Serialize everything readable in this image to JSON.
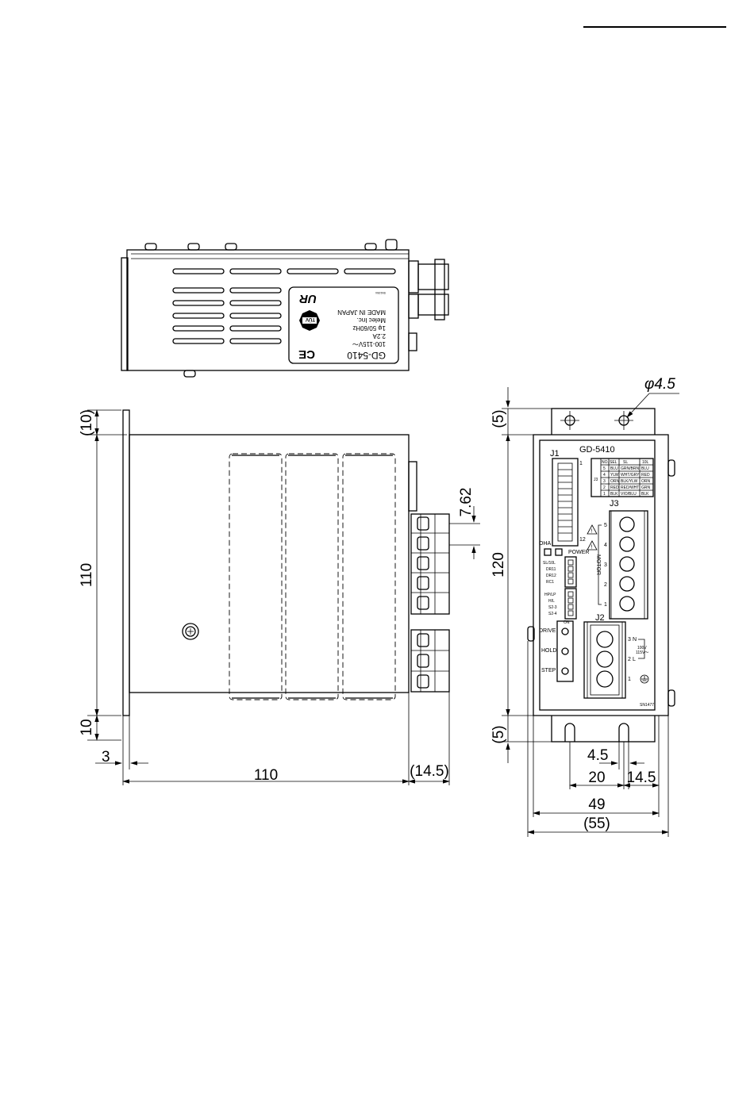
{
  "label": {
    "model": "GD-5410",
    "voltage": "100-115V～",
    "current": "2.2A",
    "phase": "1φ 50/60Hz",
    "maker": "Melec Inc.",
    "origin": "MADE IN JAPAN",
    "ce_mark": "CE",
    "serial_code": "SN1054"
  },
  "dimensions_side": {
    "flange_top": "(10)",
    "height": "110",
    "flange_bottom": "10",
    "plate": "3",
    "depth": "110",
    "connector": "(14.5)",
    "pitch": "7.62"
  },
  "dimensions_front": {
    "hole_diameter": "φ4.5",
    "top_offset": "(5)",
    "height": "120",
    "bottom_offset": "(5)",
    "slot_width": "4.5",
    "hole_spacing": "20",
    "edge_offset": "14.5",
    "body_width": "49",
    "overall_width": "(55)"
  },
  "front_panel": {
    "model": "GD-5410",
    "j1": "J1",
    "j2": "J2",
    "j3": "J3",
    "oha": "OHA",
    "power": "POWER",
    "drive": "DRIVE",
    "hold": "HOLD",
    "step": "STEP",
    "motor": "MOTOR",
    "pin_1": "1",
    "pin_12": "12",
    "dip_upper": [
      "SL/10L",
      "DR11",
      "DR12",
      "RC1"
    ],
    "dip_lower": [
      "HP/LP",
      "H/L",
      "S2-3",
      "S2-4"
    ],
    "on": "ON",
    "j3_pins": [
      "5",
      "4",
      "3",
      "2",
      "1"
    ],
    "j2_pins": [
      "3",
      "2",
      "1"
    ],
    "j2_n": "N",
    "j2_l": "L",
    "j2_volts": [
      "100V",
      "115V～"
    ],
    "serial_code": "SN1477",
    "table": {
      "headers": [
        "NO.",
        "SEL",
        "SL",
        "10L"
      ],
      "side_label": "J3",
      "rows": [
        [
          "5",
          "BLU",
          "GRN/BRN",
          "BLU"
        ],
        [
          "4",
          "YLW",
          "WHT/GRY",
          "RED"
        ],
        [
          "3",
          "ORN",
          "BLK/YLW",
          "ORN"
        ],
        [
          "2",
          "RED",
          "RED/WHT",
          "GRN"
        ],
        [
          "1",
          "BLK",
          "VIO/BLU",
          "BLK"
        ]
      ]
    }
  }
}
